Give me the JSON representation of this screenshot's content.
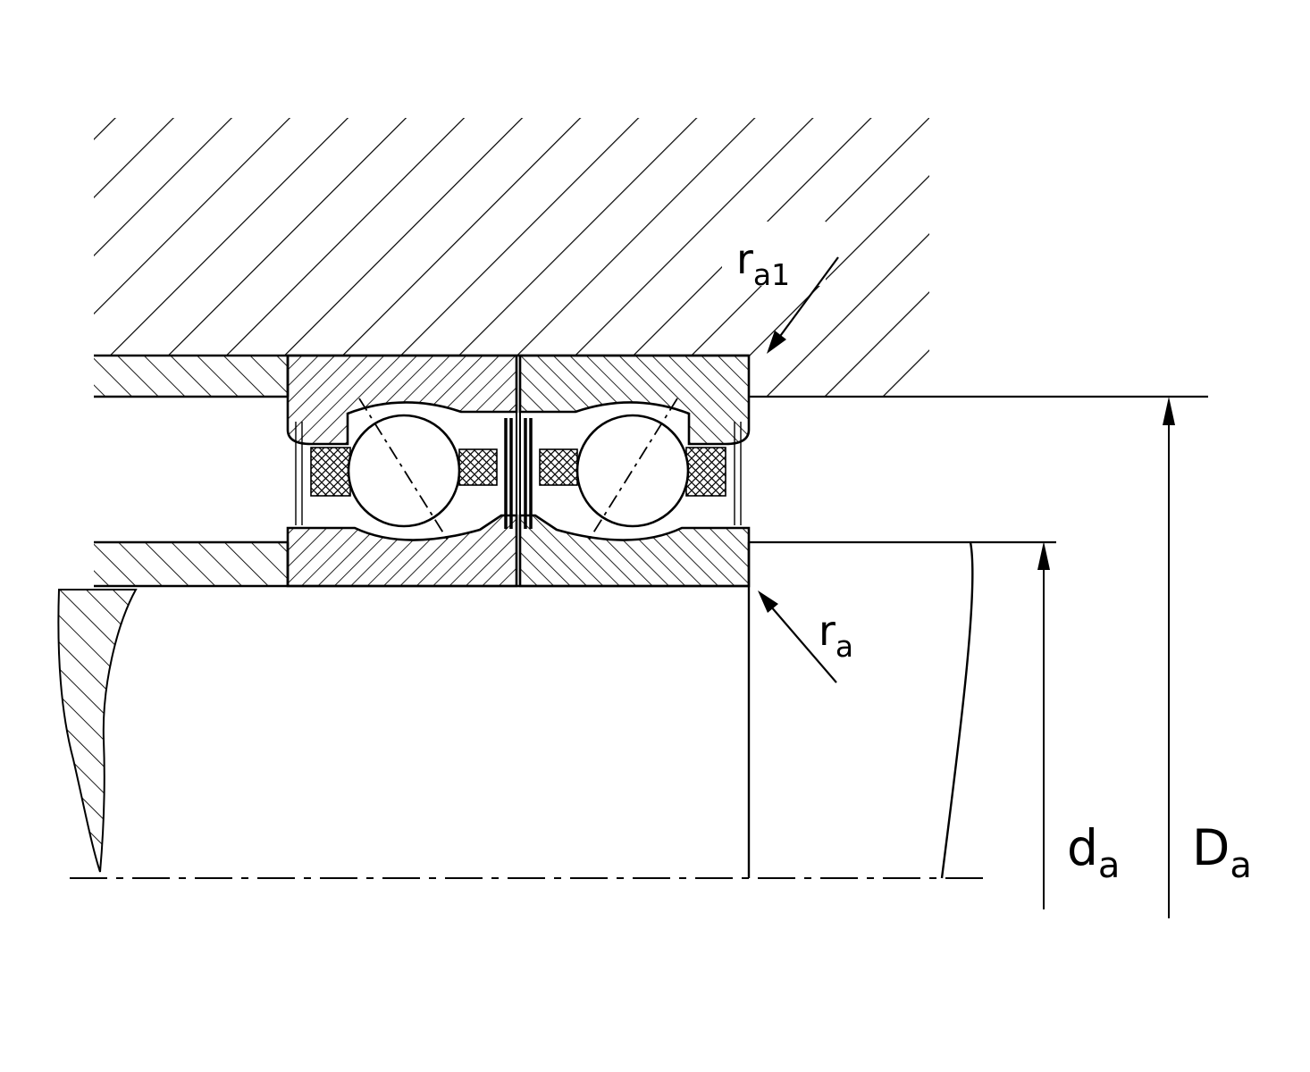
{
  "figure": {
    "labels": {
      "ra1": {
        "base": "r",
        "sub": "a1"
      },
      "ra": {
        "base": "r",
        "sub": "a"
      },
      "da": {
        "base": "d",
        "sub": "a"
      },
      "Da": {
        "base": "D",
        "sub": "a"
      }
    },
    "colors": {
      "line": "#000000",
      "background": "#ffffff"
    }
  }
}
